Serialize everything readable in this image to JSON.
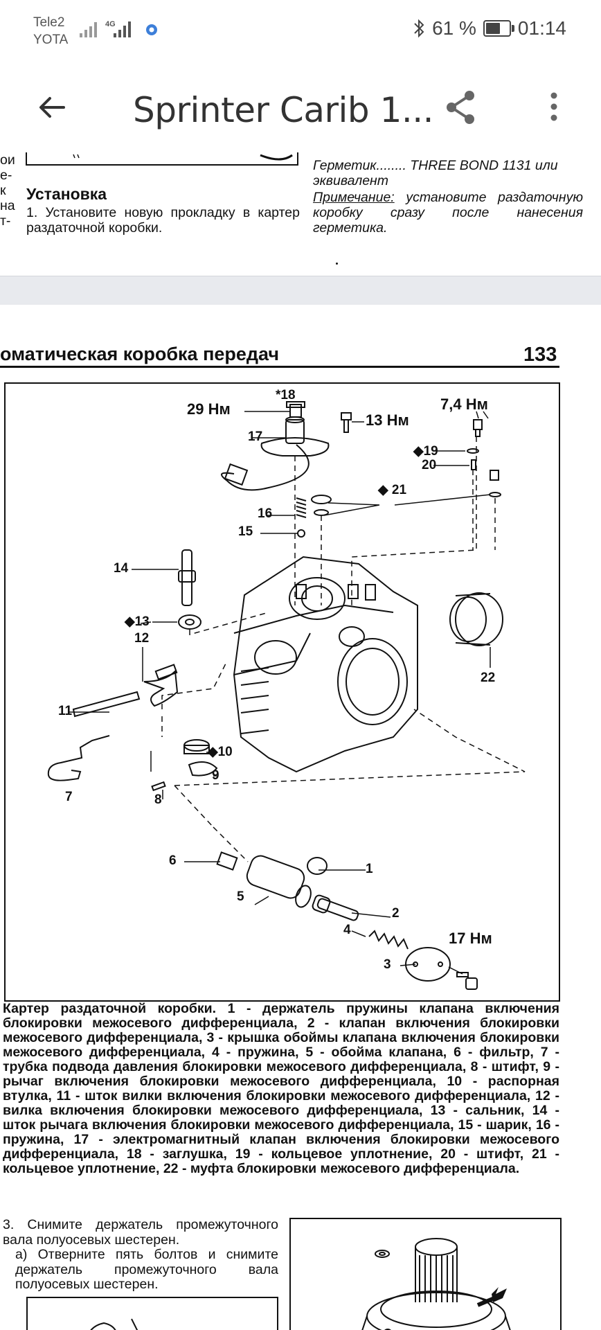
{
  "status_bar": {
    "carrier1": "Tele2",
    "carrier2": "YOTA",
    "network": "4G",
    "battery": "61 %",
    "time": "01:14",
    "icons": [
      "signal-icon",
      "signal-4g-icon",
      "vpn-icon",
      "bluetooth-icon",
      "battery-icon"
    ]
  },
  "app_bar": {
    "title": "Sprinter Carib 1...",
    "back_icon": "back-arrow-icon",
    "share_icon": "share-icon",
    "menu_icon": "more-vert-icon"
  },
  "page1": {
    "left_edge": [
      "ои",
      "е-",
      "к",
      "на",
      "т-"
    ],
    "install_heading": "Установка",
    "install_step": "1. Установите новую прокладку в картер раздаточной коробки.",
    "sealant_label": "Герметик",
    "sealant_value": "........ THREE BOND 1131 или эквивалент",
    "note_label": "Примечание:",
    "note_text": "установите раздаточную коробку сразу после нанесения герметика."
  },
  "page2": {
    "header_title": "оматическая коробка передач",
    "page_number": "133",
    "figure_labels": {
      "t29": "29 Нм",
      "p18": "*18",
      "t13": "13 Нм",
      "t74": "7,4 Нм",
      "p17": "17",
      "p19": "◆19",
      "p20": "20",
      "p21": "◆ 21",
      "p16": "16",
      "p15": "15",
      "p14": "14",
      "p13": "◆13",
      "p12": "12",
      "p22": "22",
      "p11": "11",
      "p10": "◆10",
      "p9": "9",
      "p7": "7",
      "p8": "8",
      "p6": "6",
      "p1": "1",
      "p5": "5",
      "p2": "2",
      "p4": "4",
      "t17": "17 Нм",
      "p3": "3"
    },
    "caption": "Картер раздаточной коробки. 1 - держатель пружины клапана включения блокировки межосевого дифференциала, 2 - клапан включения блокировки межосевого дифференциала, 3 - крышка обоймы клапана включения блокировки межосевого дифференциала, 4 - пружина, 5 - обойма клапана, 6 - фильтр, 7 - трубка подвода давления блокировки межосевого дифференциала, 8 - штифт, 9 - рычаг включения блокировки межосевого дифференциала, 10 - распорная втулка, 11 - шток вилки включения блокировки межосевого дифференциала, 12 - вилка включения блокировки межосевого дифференциала, 13 - сальник, 14 - шток рычага включения блокировки межосевого дифференциала, 15 - шарик, 16 - пружина, 17 - электромагнитный клапан включения блокировки межосевого дифференциала, 18 - заглушка, 19 - кольцевое уплотнение, 20 - штифт, 21 - кольцевое уплотнение, 22 - муфта блокировки межосевого дифференциала.",
    "step3": "3. Снимите держатель промежуточного вала полуосевых шестерен.",
    "step3a": "а) Отверните пять болтов и снимите держатель промежуточного вала полуосевых шестерен."
  }
}
